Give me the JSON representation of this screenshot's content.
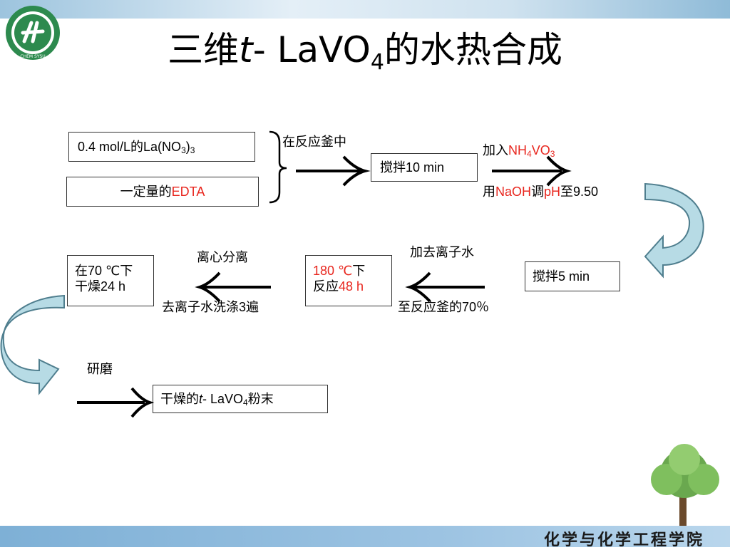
{
  "slide": {
    "title_pre": "三维",
    "title_italic": "t",
    "title_mid": "- LaVO",
    "title_sub": "4",
    "title_post": "的水热合成",
    "logo_icon": "school-emblem-icon",
    "logo_caption": "CHEM SYSU",
    "footer": "化学与化学工程学院"
  },
  "flow": {
    "reagent1": {
      "pre": "0.4 mol/L的La(NO",
      "sub1": "3",
      "mid": ")",
      "sub2": "3"
    },
    "reagent2": {
      "text": "一定量的",
      "red": "EDTA"
    },
    "step1_label": "在反应釜中",
    "step1_box": "搅拌10 min",
    "step2_top": {
      "pre": "加入",
      "red_main": "NH",
      "red_sub": "4",
      "red_mid": "VO",
      "red_sub2": "3"
    },
    "step2_bottom": {
      "pre": "用",
      "red1": "NaOH",
      "mid": "调",
      "red2": "pH",
      "post": "至9.50"
    },
    "step3_box": "搅拌5 min",
    "step4_top": "加去离子水",
    "step4_bottom": "至反应釜的70％",
    "step4_box": {
      "red1": "180 ℃",
      "l1_post": "下",
      "l2_pre": "反应",
      "red2": "48 h"
    },
    "step5_top": "离心分离",
    "step5_bottom": "去离子水洗涤3遍",
    "step5_box": {
      "line1": "在70 ℃下",
      "line2": "干燥24 h"
    },
    "step6_label": "研磨",
    "final_box": {
      "pre": "干燥的",
      "italic": "t",
      "mid": "- LaVO",
      "sub": "4",
      "post": "粉末"
    }
  },
  "colors": {
    "accent_red": "#e8261e",
    "band_blue": "#8fbbd8",
    "curved_arrow_fill": "#b7dbe5"
  }
}
